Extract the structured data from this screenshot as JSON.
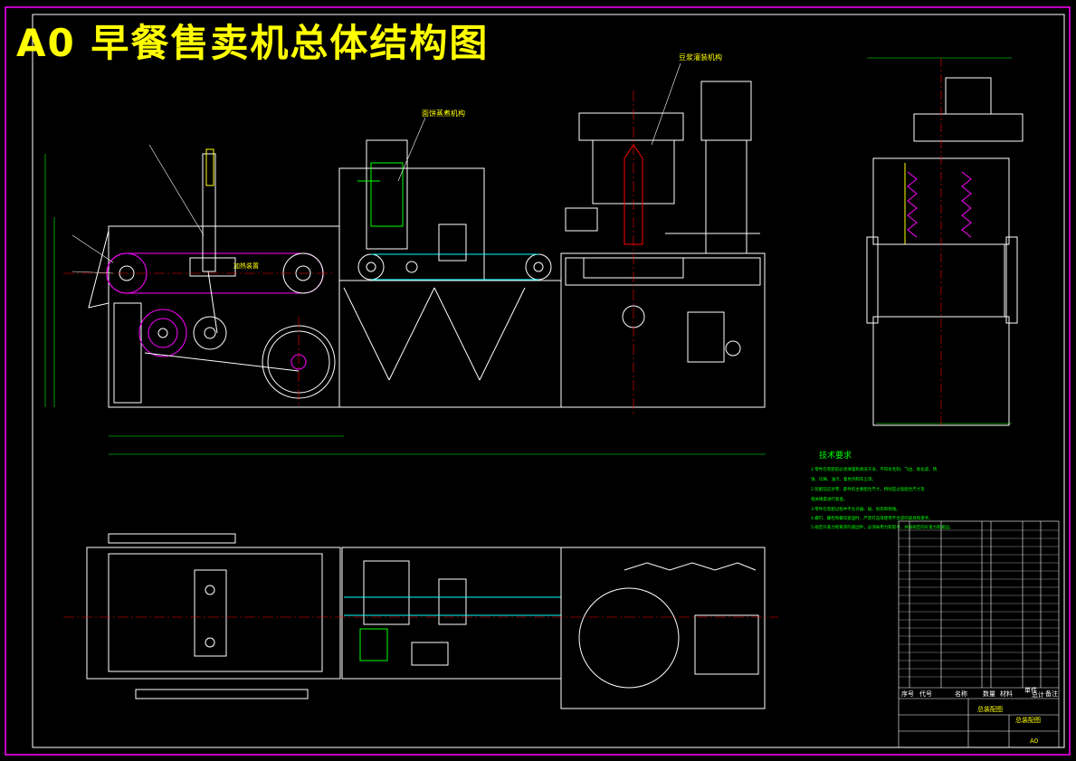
{
  "title": "A0  早餐售卖机总体结构图",
  "callouts": {
    "mech_left": "面饼蒸煮机构",
    "mech_right": "豆浆灌装机构",
    "belt_tag": "加热装置"
  },
  "notes": {
    "heading": "技术要求",
    "lines": [
      "1.零件在装配前必须清理和清洗干净，不得有毛刺、飞边、氧化皮、锈",
      "蚀、切屑、油污、着色剂和灰尘等。",
      "2.装配前应对零、部件的主要配合尺寸，特别是过盈配合尺寸及",
      "相关精度进行复查。",
      "3.零件在装配过程中不允许磕、碰、划伤和锈蚀。",
      "4.螺钉、螺栓和螺母紧固时，严禁打击或使用不合适的旋具和扳手。",
      "5.规定拧紧力矩要求的紧固件，必须采用力矩扳手，并按规定的拧紧力矩紧固。"
    ]
  },
  "title_block": {
    "drawing_name": "总装配图",
    "sheet_size": "A0",
    "headers": [
      "序号",
      "代号",
      "名称",
      "数量",
      "材料",
      "单件",
      "总计",
      "备注"
    ]
  },
  "colors": {
    "background": "#000000",
    "title": "#ffff00",
    "lines": "#ffffff",
    "centerline": "#ff0000",
    "belt": "#ff00ff",
    "green": "#00ff00",
    "cyan": "#00ffff",
    "border": "#ff00ff"
  }
}
